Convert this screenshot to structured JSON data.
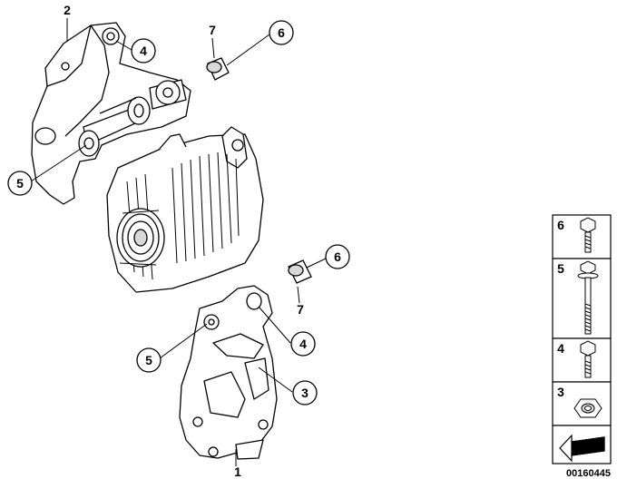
{
  "callouts": {
    "c1": "1",
    "c2": "2",
    "c3": "3",
    "c4_top": "4",
    "c4_bottom": "4",
    "c5_top": "5",
    "c5_bottom": "5",
    "c6_top": "6",
    "c6_bottom": "6",
    "c7_top": "7",
    "c7_bottom": "7"
  },
  "legend": {
    "items": [
      {
        "number": "6",
        "icon": "hex-bolt-short-icon"
      },
      {
        "number": "5",
        "icon": "long-bolt-icon"
      },
      {
        "number": "4",
        "icon": "hex-bolt-short-icon"
      },
      {
        "number": "3",
        "icon": "hex-nut-icon"
      }
    ],
    "arrow_icon": "arrow-icon"
  },
  "diagram_id": "00160445",
  "colors": {
    "line": "#000000",
    "fill": "#ffffff",
    "shade": "#d8d8d8"
  }
}
